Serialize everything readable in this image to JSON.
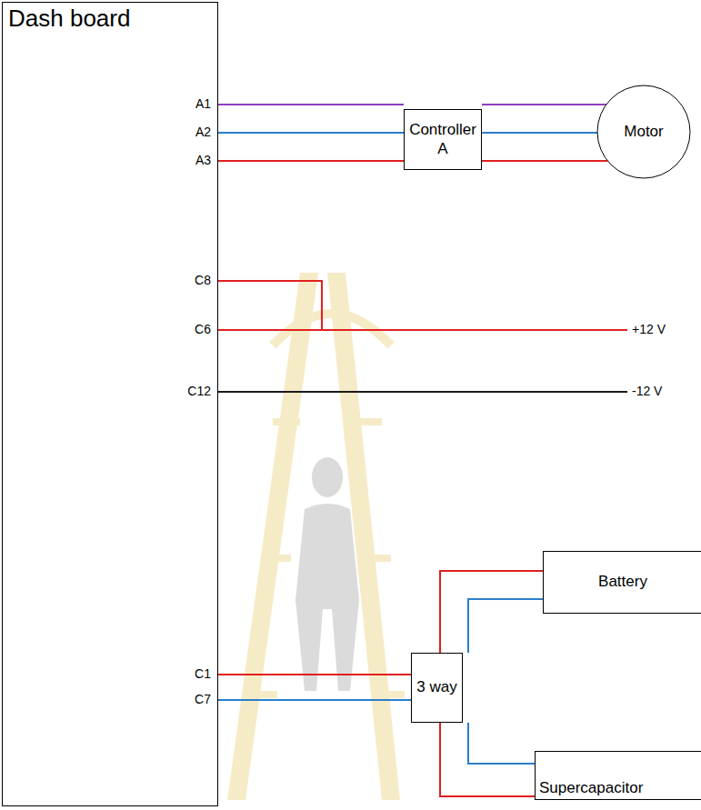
{
  "diagram": {
    "nodes": [
      {
        "text": [
          "Dash board"
        ]
      },
      {
        "text": [
          "Controller A"
        ]
      },
      {
        "text": [
          "Motor"
        ]
      },
      {
        "text": [
          "Battery"
        ]
      },
      {
        "text": [
          "3 way"
        ]
      },
      {
        "text": [
          "Supercapacitor"
        ]
      }
    ],
    "edges": [
      {
        "from": 0,
        "to": 1,
        "arrow": "none"
      },
      {
        "from": 0,
        "to": 1,
        "arrow": "none"
      },
      {
        "from": 0,
        "to": 1,
        "arrow": "none"
      },
      {
        "from": 1,
        "to": 2,
        "arrow": "none"
      },
      {
        "from": 1,
        "to": 2,
        "arrow": "none"
      },
      {
        "from": 1,
        "to": 2,
        "arrow": "none"
      },
      {
        "from": 0,
        "to": 4,
        "arrow": "none"
      },
      {
        "from": 0,
        "to": 4,
        "arrow": "none"
      },
      {
        "from": 4,
        "to": 3,
        "arrow": "none"
      },
      {
        "from": 4,
        "to": 3,
        "arrow": "none"
      },
      {
        "from": 4,
        "to": 5,
        "arrow": "none"
      },
      {
        "from": 4,
        "to": 5,
        "arrow": "none"
      }
    ],
    "labels": [
      "A1",
      "A2",
      "A3",
      "C8",
      "C6",
      "C12",
      "+12 V",
      "-12 V",
      "C1",
      "C7"
    ]
  }
}
